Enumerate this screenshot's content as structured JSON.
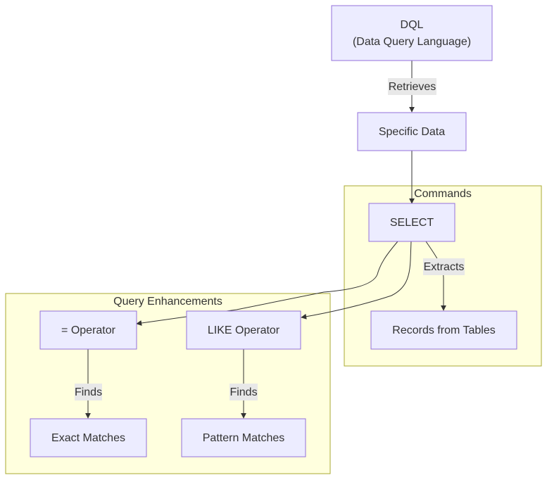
{
  "nodes": {
    "dql": {
      "line1": "DQL",
      "line2": "(Data Query Language)"
    },
    "specific_data": "Specific Data",
    "select": "SELECT",
    "records": "Records from Tables",
    "eq_operator": "= Operator",
    "like_operator": "LIKE Operator",
    "exact_matches": "Exact Matches",
    "pattern_matches": "Pattern Matches"
  },
  "clusters": {
    "commands": "Commands",
    "query_enhancements": "Query Enhancements"
  },
  "edges": {
    "retrieves": "Retrieves",
    "extracts": "Extracts",
    "finds_exact": "Finds",
    "finds_pattern": "Finds"
  },
  "colors": {
    "node_fill": "#ececff",
    "node_stroke": "#9370db",
    "cluster_fill": "#ffffde",
    "cluster_stroke": "#aaaa33",
    "edge": "#333333",
    "label_bg": "#e8e8e8"
  }
}
